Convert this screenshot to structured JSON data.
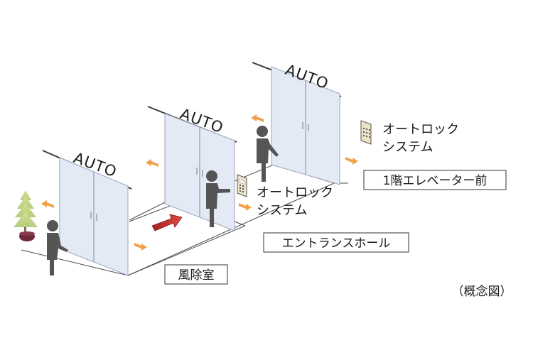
{
  "auto_labels": [
    "AUTO",
    "AUTO",
    "AUTO"
  ],
  "autolock_label": {
    "line1": "オートロック",
    "line2": "システム"
  },
  "area_labels": {
    "windbreak": "風除室",
    "entrance_hall": "エントランスホール",
    "elevator_front": "1階エレベーター前"
  },
  "note": "（概念図）",
  "colors": {
    "glass": "#e4eaf5",
    "glass_edge": "#9aa6bd",
    "person": "#555555",
    "orange_arrow": "#f0a04a",
    "red_arrow": "#c8302c",
    "tree": "#bcd07a",
    "pot": "#6b2a3a"
  },
  "icons": [
    "person-icon",
    "autolock-panel-icon",
    "tree-icon",
    "direction-arrow-icon"
  ]
}
